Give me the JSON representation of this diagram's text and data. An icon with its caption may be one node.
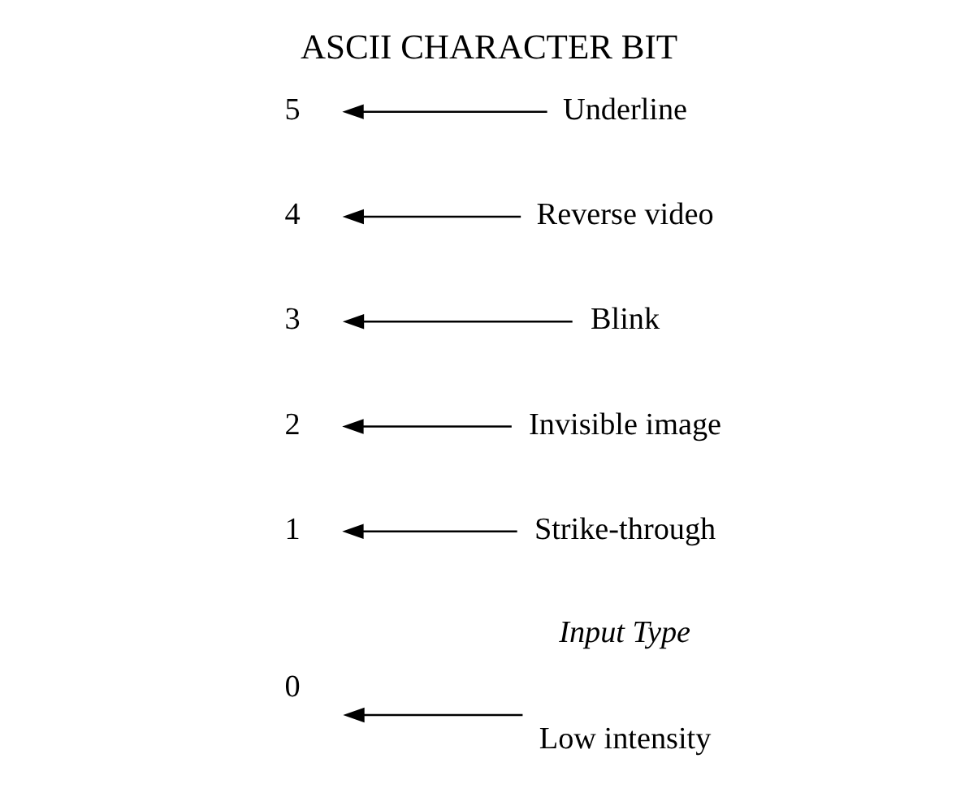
{
  "diagram": {
    "title": "ASCII CHARACTER BIT",
    "nodes": [
      {
        "text": [
          "5"
        ]
      },
      {
        "text": [
          "4"
        ]
      },
      {
        "text": [
          "3"
        ]
      },
      {
        "text": [
          "2"
        ]
      },
      {
        "text": [
          "1"
        ]
      },
      {
        "text": [
          "0"
        ]
      },
      {
        "text": [
          "Low intensity"
        ]
      },
      {
        "text": [
          "Strike-through"
        ]
      },
      {
        "text": [
          "Invisible image"
        ]
      },
      {
        "text": [
          "Blink"
        ]
      },
      {
        "text": [
          "Reverse video"
        ]
      },
      {
        "text": [
          "Underline"
        ]
      }
    ],
    "edges": [
      {
        "from": 6,
        "to": 5,
        "arrow": "to"
      },
      {
        "from": 7,
        "to": 4,
        "arrow": "to"
      },
      {
        "from": 8,
        "to": 3,
        "arrow": "to"
      },
      {
        "from": 9,
        "to": 2,
        "arrow": "to"
      },
      {
        "from": 10,
        "to": 1,
        "arrow": "to"
      },
      {
        "from": 11,
        "to": 0,
        "arrow": "to"
      }
    ],
    "labels": [
      "Input Type"
    ]
  }
}
